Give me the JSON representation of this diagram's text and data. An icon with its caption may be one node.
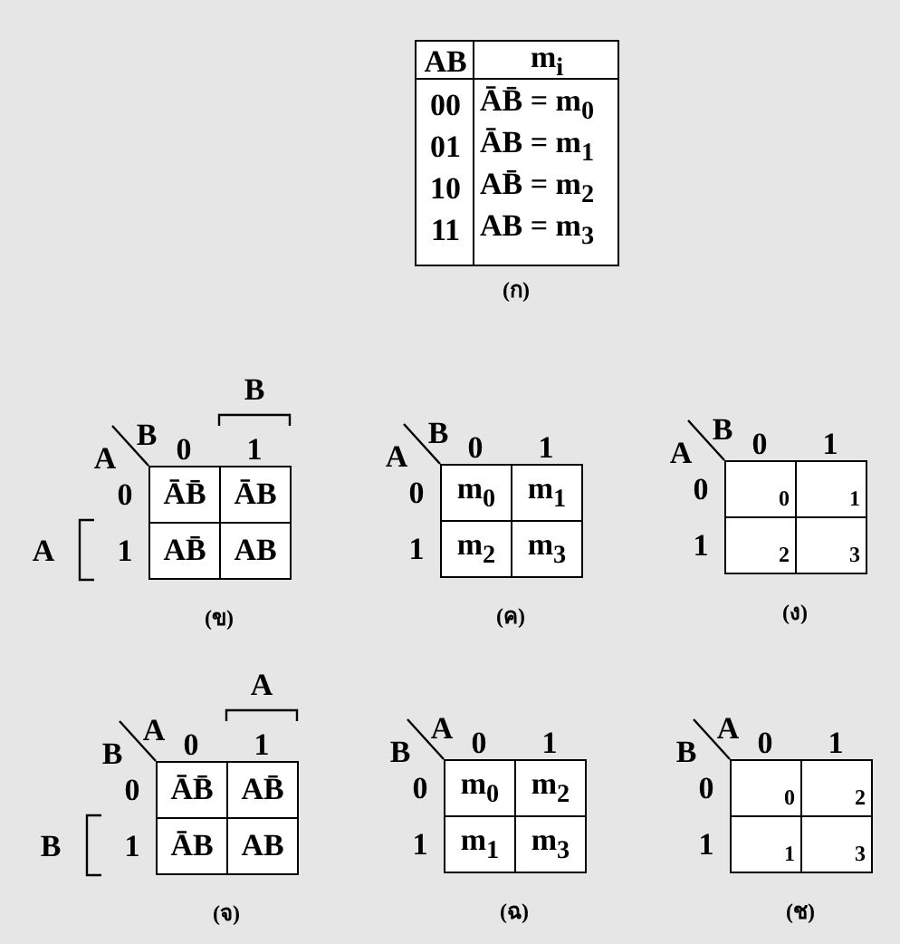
{
  "diagram": {
    "labels": [
      "AB",
      "m$_{i}$",
      "00",
      "ĀB̄ = m$_{0}$",
      "01",
      "ĀB = m$_{1}$",
      "10",
      "AB̄ = m$_{2}$",
      "11",
      "AB = m$_{3}$",
      "(ก)",
      "B",
      "A",
      "B",
      "0",
      "1",
      "0",
      "ĀB̄",
      "ĀB",
      "A",
      "1",
      "AB̄",
      "AB",
      "(ข)",
      "A",
      "B",
      "0",
      "1",
      "0",
      "m$_{0}$",
      "m$_{1}$",
      "1",
      "m$_{2}$",
      "m$_{3}$",
      "(ค)",
      "A",
      "B",
      "0",
      "1",
      "0",
      "0",
      "1",
      "1",
      "2",
      "3",
      "(ง)",
      "A",
      "B",
      "A",
      "0",
      "1",
      "0",
      "ĀB̄",
      "AB̄",
      "B",
      "1",
      "ĀB",
      "AB",
      "(จ)",
      "B",
      "A",
      "0",
      "1",
      "0",
      "m$_{0}$",
      "m$_{2}$",
      "1",
      "m$_{1}$",
      "m$_{3}$",
      "(ฉ)",
      "B",
      "A",
      "0",
      "1",
      "0",
      "0",
      "2",
      "1",
      "1",
      "3",
      "(ช)"
    ]
  }
}
